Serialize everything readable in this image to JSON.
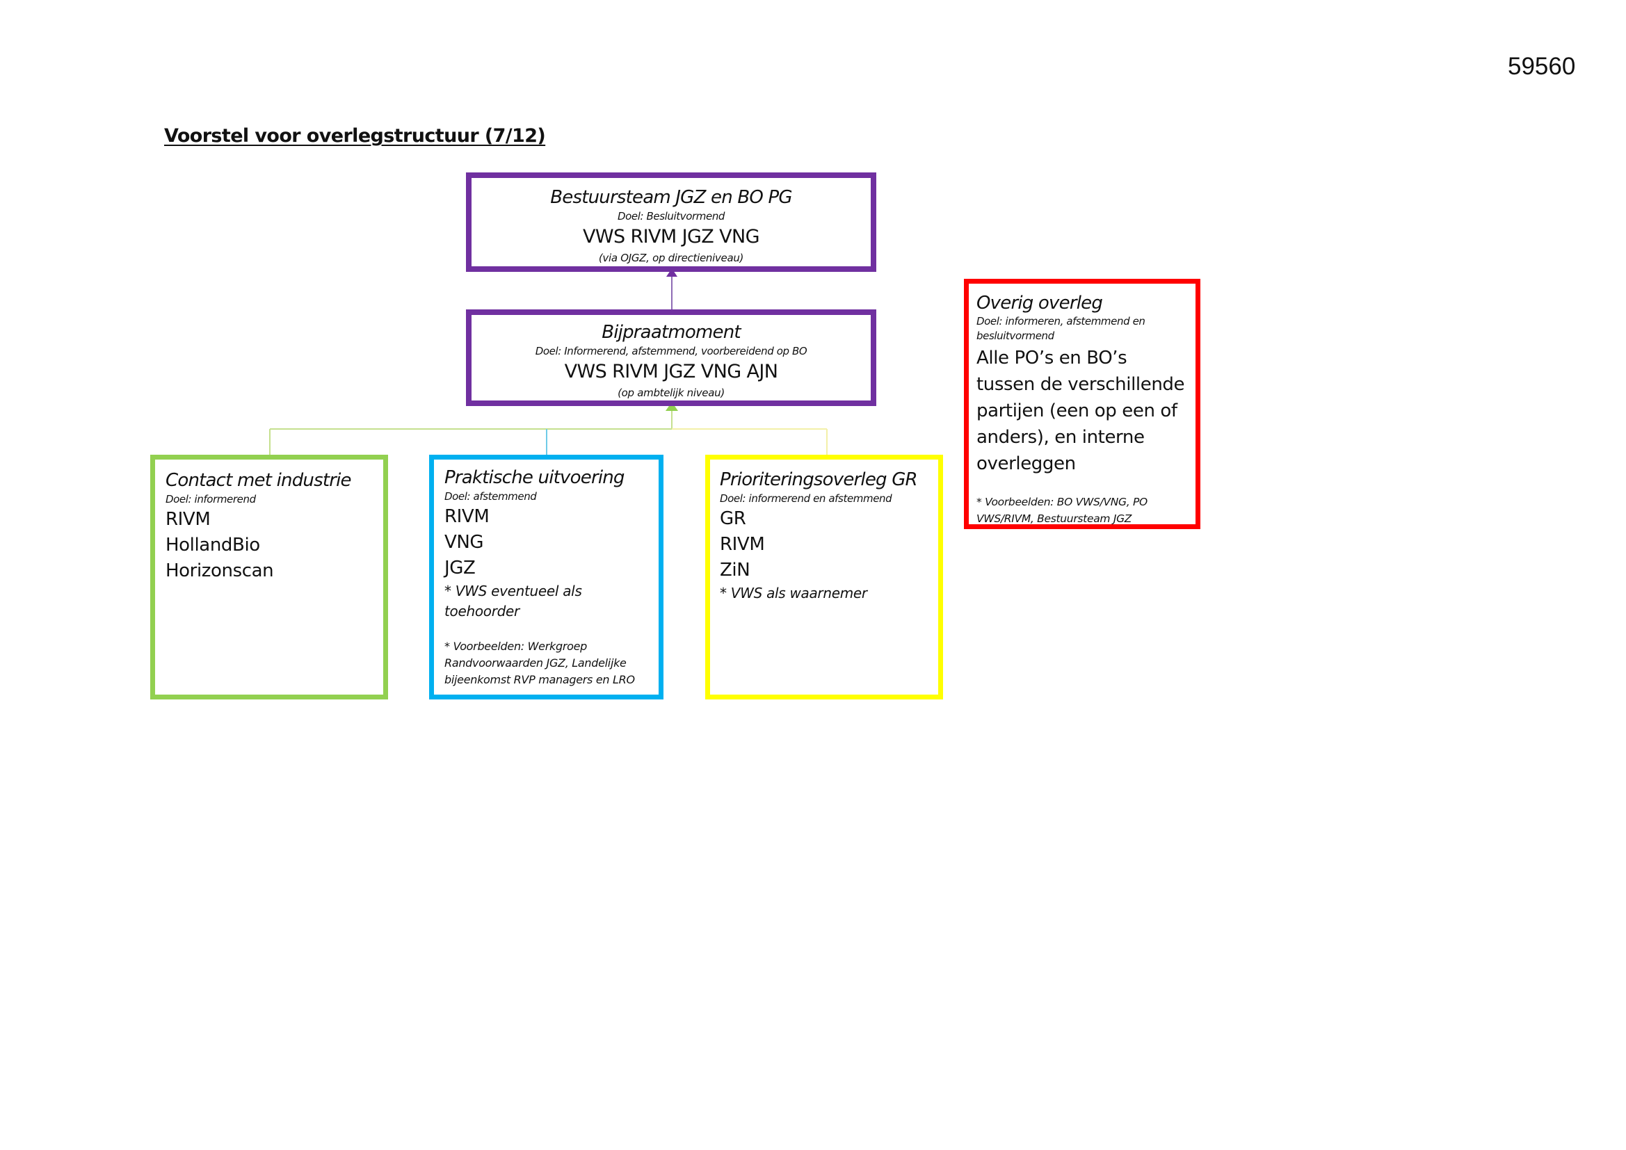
{
  "document": {
    "number": "59560",
    "title": "Voorstel voor overlegstructuur (7/12)"
  },
  "colors": {
    "purple": "#7030a0",
    "green": "#92d050",
    "blue": "#00b0f0",
    "yellow": "#ffff00",
    "red": "#ff0000"
  },
  "boxes": {
    "bestuursteam": {
      "title": "Bestuursteam JGZ en BO PG",
      "goal": "Doel: Besluitvormend",
      "parties": "VWS RIVM JGZ VNG",
      "level": "(via OJGZ, op directieniveau)"
    },
    "bijpraatmoment": {
      "title": "Bijpraatmoment",
      "goal": "Doel: Informerend, afstemmend, voorbereidend op BO",
      "parties": "VWS RIVM JGZ VNG AJN",
      "level": "(op ambtelijk niveau)"
    },
    "contact_industrie": {
      "title": "Contact met industrie",
      "goal": "Doel: informerend",
      "items": [
        "RIVM",
        "HollandBio",
        "Horizonscan"
      ]
    },
    "praktische_uitvoering": {
      "title": "Praktische uitvoering",
      "goal": "Doel: afstemmend",
      "items": [
        "RIVM",
        "VNG",
        "JGZ"
      ],
      "note": "* VWS eventueel als toehoorder",
      "examples": "* Voorbeelden: Werkgroep Randvoorwaarden JGZ, Landelijke bijeenkomst RVP managers en LRO"
    },
    "prioriteringsoverleg": {
      "title": "Prioriteringsoverleg GR",
      "goal": "Doel: informerend en afstemmend",
      "items": [
        "GR",
        "RIVM",
        "ZiN"
      ],
      "note": "* VWS als waarnemer"
    },
    "overig_overleg": {
      "title": "Overig overleg",
      "goal": "Doel: informeren, afstemmend en besluitvormend",
      "body": "Alle PO’s en BO’s tussen de verschillende partijen (een op een of anders), en interne overleggen",
      "examples": "* Voorbeelden: BO VWS/VNG, PO VWS/RIVM, Bestuursteam JGZ"
    }
  }
}
